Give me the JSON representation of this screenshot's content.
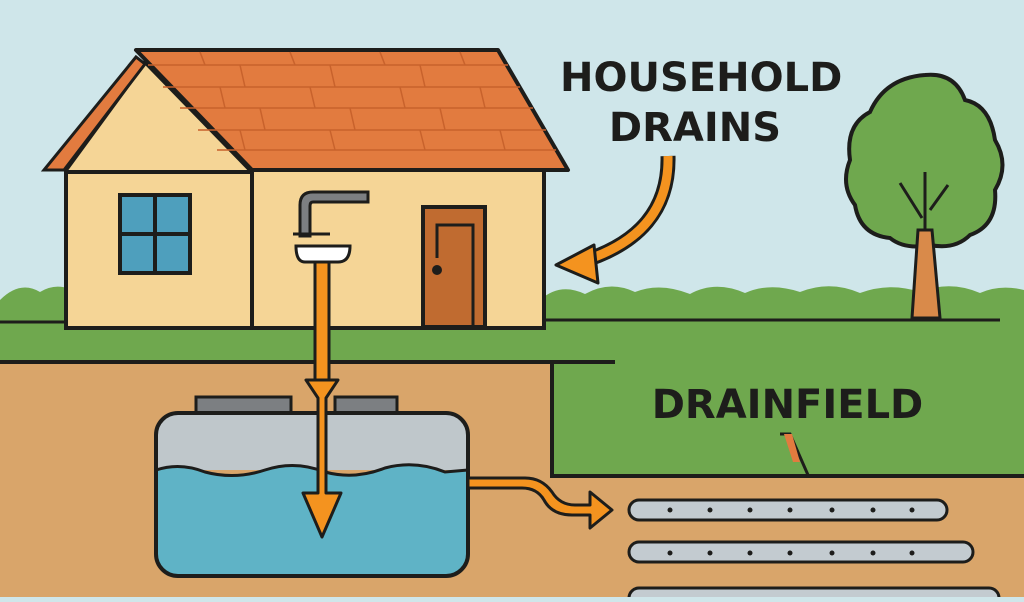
{
  "diagram": {
    "title": "Septic system diagram",
    "labels": {
      "household_drains_line1": "HOUSEHOLD",
      "household_drains_line2": "DRAINS",
      "drainfield": "DRAINFIELD"
    },
    "elements": [
      "house",
      "sink",
      "window",
      "door",
      "tree",
      "septic-tank",
      "flow-arrows",
      "drainfield-pipes"
    ],
    "drainfield_pipes": {
      "count": 3,
      "perforations_per_pipe": 7
    },
    "colors": {
      "sky": "#cfe6ea",
      "grass": "#6fa84e",
      "soil": "#d9a56a",
      "house_wall": "#f5d596",
      "roof": "#e27b3f",
      "window": "#4e9fbd",
      "door": "#c06b30",
      "arrow": "#f4931f",
      "tank_top": "#bfc7cb",
      "tank_water": "#5fb3c6",
      "pipe": "#c3cbd0",
      "outline": "#1d1d1b"
    }
  }
}
